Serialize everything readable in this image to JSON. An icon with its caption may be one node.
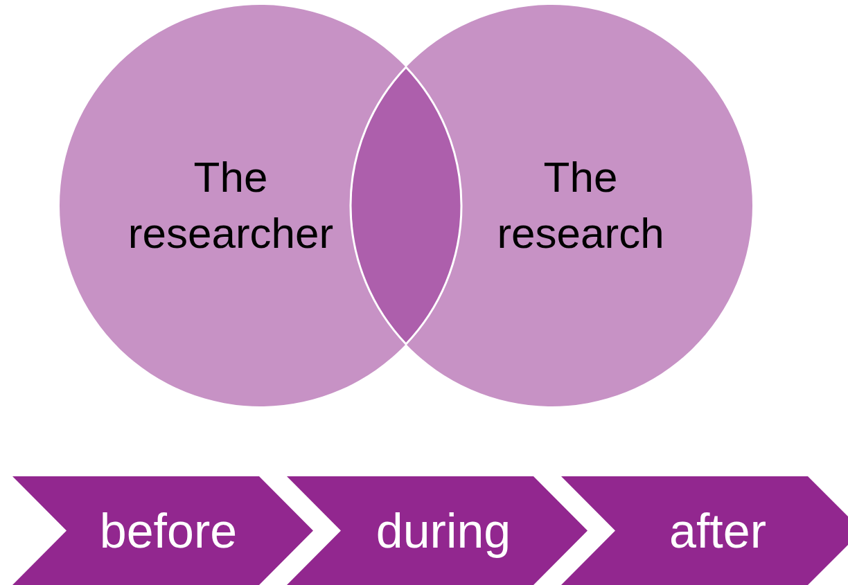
{
  "diagram": {
    "nodes": [
      {
        "text": [
          "The researcher"
        ]
      },
      {
        "text": [
          "The research"
        ]
      },
      {
        "text": [],
        "shape": "lens"
      },
      {
        "text": [
          "before"
        ]
      },
      {
        "text": [
          "during"
        ]
      },
      {
        "text": [
          "after"
        ]
      }
    ]
  }
}
